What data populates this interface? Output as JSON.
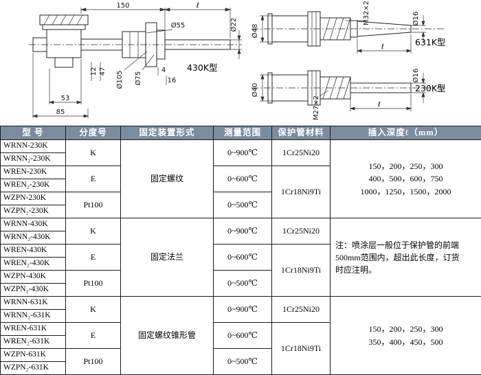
{
  "drawing": {
    "left": {
      "dim_150": "150",
      "dim_length": "ℓ",
      "dia_55": "Ø55",
      "dia_22": "Ø22",
      "dia_105": "Ø105",
      "dia_75": "Ø75",
      "dim_12": "12",
      "dim_47": "47",
      "dim_4": "4",
      "dim_16": "16",
      "dim_53": "53",
      "dim_85": "85",
      "type_label": "430K型"
    },
    "top_right": {
      "thread": "M32×2",
      "dia_48": "Ø48",
      "dia_16": "Ø16",
      "dim_length": "ℓ",
      "type_label": "631K型"
    },
    "bottom_right": {
      "thread": "M27×2",
      "dia_40": "Ø40",
      "dia_16": "Ø16",
      "dim_length": "ℓ",
      "type_label": "230K型"
    }
  },
  "table": {
    "headers": [
      "型  号",
      "分度号",
      "固定装置形式",
      "测量范围",
      "保护管材料",
      "插入深度ℓ（mm）"
    ],
    "groups": [
      {
        "fixing": "固定螺纹",
        "models": [
          "WRNN-230K",
          "WRNN₂-230K",
          "WREN-230K",
          "WREN₂-230K",
          "WZPN-230K",
          "WZPN₂-230K"
        ],
        "graduations": [
          "K",
          "E",
          "Pt100"
        ],
        "ranges": [
          "0~900℃",
          "0~600℃",
          "0~500℃"
        ],
        "materials": [
          "1Cr25Ni20",
          "1Cr18Ni9Ti"
        ],
        "depth_lines": [
          "150，200，250，300",
          "400，500，600，750",
          "1000，1250，1500，2000"
        ]
      },
      {
        "fixing": "固定法兰",
        "models": [
          "WRNN-430K",
          "WRNN₂-430K",
          "WREN-430K",
          "WREN₂-430K",
          "WZPN-430K",
          "WZPN₂-430K"
        ],
        "graduations": [
          "K",
          "E",
          "Pt100"
        ],
        "ranges": [
          "0~900℃",
          "0~600℃",
          "0~500℃"
        ],
        "materials": [
          "1Cr25Ni20",
          "1Cr18Ni9Ti"
        ],
        "note_lines": [
          "注：喷涂层一般位于保护管的前端",
          "500mm范围内，超出此长度，订货",
          "时应注明。"
        ]
      },
      {
        "fixing": "固定螺纹锥形管",
        "models": [
          "WRNN-631K",
          "WRNN₂-631K",
          "WREN-631K",
          "WREN₂-631K",
          "WZPN-631K",
          "WZPN₂-631K"
        ],
        "graduations": [
          "K",
          "E",
          "Pt100"
        ],
        "ranges": [
          "0~900℃",
          "0~600℃",
          "0~500℃"
        ],
        "materials": [
          "1Cr25Ni20",
          "1Cr18Ni9Ti"
        ],
        "depth_lines": [
          "150，200，250，300",
          "350，400，450，500"
        ]
      }
    ]
  }
}
